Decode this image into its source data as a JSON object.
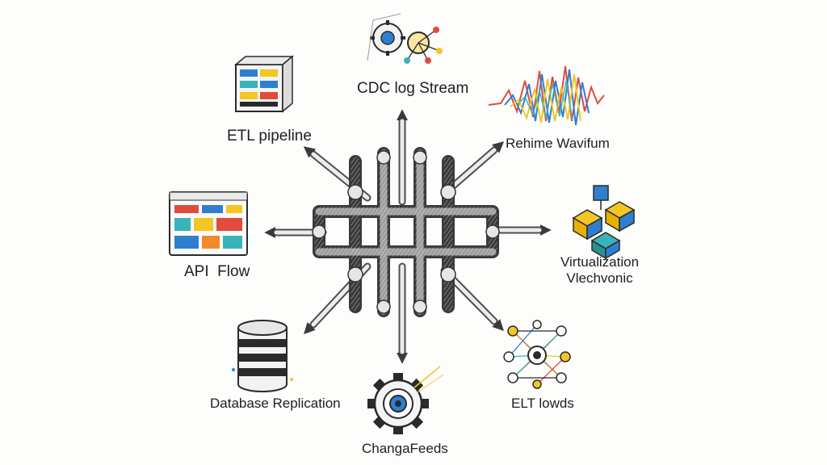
{
  "diagram": {
    "center": "pipe-hub",
    "nodes": [
      {
        "id": "cdc-log-stream",
        "label": "CDC log Stream",
        "icon": "gear-network-icon"
      },
      {
        "id": "etl-pipeline",
        "label": "ETL pipeline",
        "icon": "server-rack-icon"
      },
      {
        "id": "rehime-wavifum",
        "label": "Rehime Wavifum",
        "icon": "waveform-icon"
      },
      {
        "id": "api-flow",
        "label": "API  Flow",
        "icon": "dashboard-icon"
      },
      {
        "id": "virtualization",
        "label_lines": [
          "Virtualization",
          "Vlechvonic"
        ],
        "icon": "isometric-boxes-icon"
      },
      {
        "id": "database-replication",
        "label": "Database Replication",
        "icon": "database-icon"
      },
      {
        "id": "elt-lowds",
        "label": "ELT lowds",
        "icon": "network-graph-icon"
      },
      {
        "id": "changafeeds",
        "label": "ChangaFeeds",
        "icon": "gear-icon"
      }
    ],
    "edges": [
      {
        "from": "pipe-hub",
        "to": "cdc-log-stream"
      },
      {
        "from": "pipe-hub",
        "to": "etl-pipeline"
      },
      {
        "from": "pipe-hub",
        "to": "rehime-wavifum"
      },
      {
        "from": "pipe-hub",
        "to": "api-flow"
      },
      {
        "from": "pipe-hub",
        "to": "virtualization"
      },
      {
        "from": "pipe-hub",
        "to": "database-replication"
      },
      {
        "from": "pipe-hub",
        "to": "elt-lowds"
      },
      {
        "from": "pipe-hub",
        "to": "changafeeds"
      }
    ],
    "colors": {
      "ink": "#2a2a2a",
      "pipe": "#e9e9e9",
      "blue": "#2f7fd0",
      "yellow": "#f3c623",
      "red": "#e04b3c",
      "teal": "#3ab3b8",
      "orange": "#f08a2c"
    }
  }
}
